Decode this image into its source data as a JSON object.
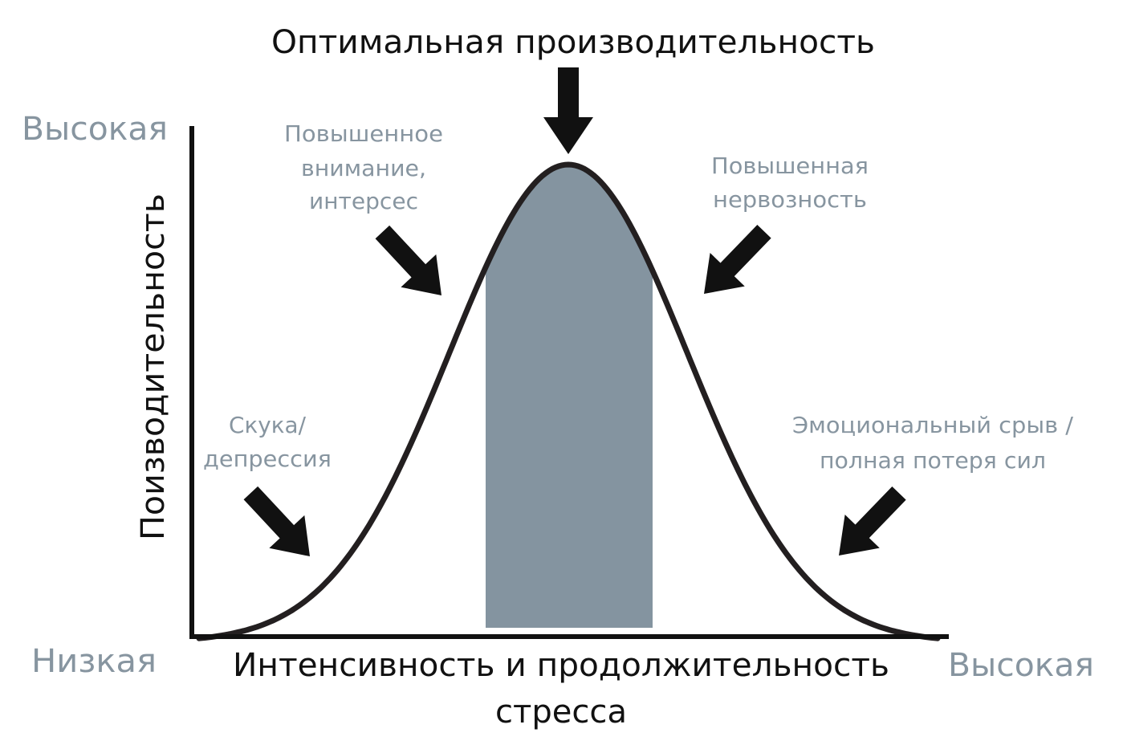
{
  "title": "Оптимальная производительность",
  "y_axis": {
    "label": "Поизводительность",
    "high_label": "Высокая",
    "low_label": "Низкая"
  },
  "x_axis": {
    "label_line1": "Интенсивность и продолжительность",
    "label_line2": "стресса",
    "high_label": "Высокая"
  },
  "annotations": {
    "boredom": {
      "line1": "Скука/",
      "line2": "депрессия"
    },
    "attention": {
      "line1": "Повышенное",
      "line2": "внимание,",
      "line3": "интерсес"
    },
    "nervousness": {
      "line1": "Повышенная",
      "line2": "нервозность"
    },
    "burnout": {
      "line1": "Эмоциональный срыв /",
      "line2": "полная потеря сил"
    }
  },
  "colors": {
    "curve": "#231f20",
    "axis": "#111111",
    "optimal_zone": "#8494a0",
    "muted_text": "#8795a0",
    "arrow": "#111111"
  }
}
